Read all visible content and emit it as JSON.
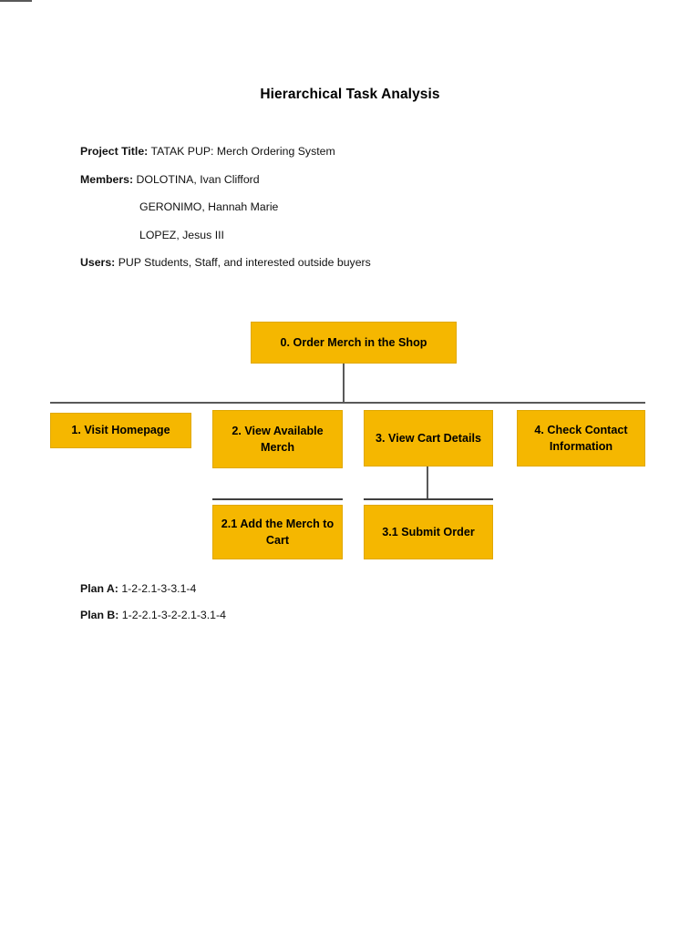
{
  "document": {
    "title": "Hierarchical Task Analysis"
  },
  "meta": {
    "project_title_label": "Project Title:",
    "project_title_value": "TATAK PUP: Merch Ordering System",
    "members_label": "Members:",
    "members": [
      "DOLOTINA, Ivan Clifford",
      "GERONIMO, Hannah Marie",
      "LOPEZ, Jesus III"
    ],
    "users_label": "Users:",
    "users_value": "PUP Students, Staff, and interested outside buyers"
  },
  "diagram": {
    "type": "hierarchical-task-analysis",
    "node_fill_color": "#f5b700",
    "node_border_color": "#e0a800",
    "connector_color": "#595959",
    "nodes": [
      {
        "id": "0",
        "label": "0. Order Merch in the Shop",
        "level": 0
      },
      {
        "id": "1",
        "label": "1. Visit Homepage",
        "level": 1
      },
      {
        "id": "2",
        "label": "2. View Available Merch",
        "level": 1
      },
      {
        "id": "3",
        "label": "3. View Cart Details",
        "level": 1
      },
      {
        "id": "4",
        "label": "4. Check Contact Information",
        "level": 1
      },
      {
        "id": "2.1",
        "label": "2.1 Add the Merch to Cart",
        "level": 2,
        "parent": "2"
      },
      {
        "id": "3.1",
        "label": "3.1 Submit Order",
        "level": 2,
        "parent": "3"
      }
    ]
  },
  "plans": {
    "plan_a_label": "Plan A:",
    "plan_a_value": "1-2-2.1-3-3.1-4",
    "plan_b_label": "Plan B:",
    "plan_b_value": "1-2-2.1-3-2-2.1-3.1-4"
  }
}
